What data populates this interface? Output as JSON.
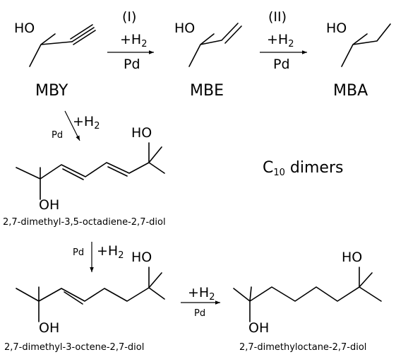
{
  "step_1": {
    "number": "(I)",
    "reagent": "+H",
    "subscript": "2",
    "catalyst": "Pd"
  },
  "step_2": {
    "number": "(II)",
    "reagent": "+H",
    "subscript": "2",
    "catalyst": "Pd"
  },
  "compounds": {
    "mby": {
      "abbr": "MBY",
      "hydroxyl": "HO"
    },
    "mbe": {
      "abbr": "MBE",
      "hydroxyl": "HO"
    },
    "mba": {
      "abbr": "MBA",
      "hydroxyl": "HO"
    },
    "octadiene_diol": {
      "name": "2,7-dimethyl-3,5-octadiene-2,7-diol",
      "hydroxyl_top": "HO",
      "hydroxyl_bottom": "OH"
    },
    "octene_diol": {
      "name": "2,7-dimethyl-3-octene-2,7-diol",
      "hydroxyl_top": "HO",
      "hydroxyl_bottom": "OH"
    },
    "octane_diol": {
      "name": "2,7-dimethyloctane-2,7-diol",
      "hydroxyl_top": "HO",
      "hydroxyl_bottom": "OH"
    }
  },
  "dimer_route": {
    "step_a": {
      "reagent": "+H",
      "subscript": "2",
      "catalyst": "Pd"
    },
    "step_b": {
      "reagent": "+H",
      "subscript": "2",
      "catalyst": "Pd"
    },
    "step_c": {
      "reagent": "+H",
      "subscript": "2",
      "catalyst": "Pd"
    }
  },
  "dimers_label": {
    "prefix": "C",
    "subscript": "10",
    "suffix": " dimers"
  }
}
